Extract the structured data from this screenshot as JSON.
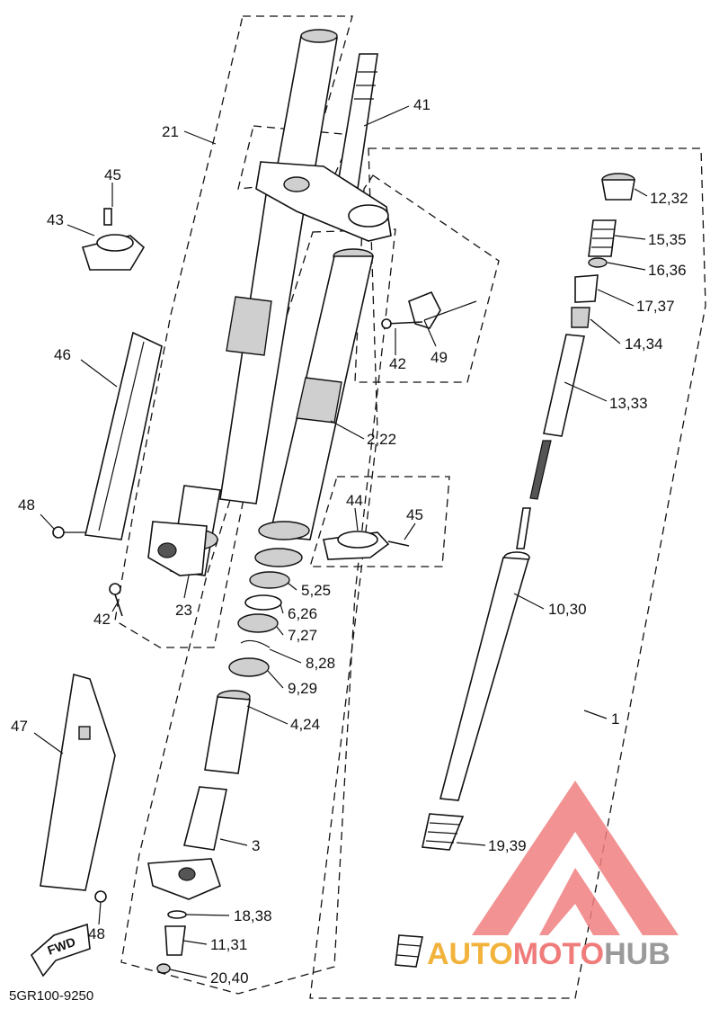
{
  "diagram": {
    "callouts": [
      {
        "id": "c41",
        "label": "41"
      },
      {
        "id": "c21",
        "label": "21"
      },
      {
        "id": "c45a",
        "label": "45"
      },
      {
        "id": "c43",
        "label": "43"
      },
      {
        "id": "c1232",
        "label": "12,32"
      },
      {
        "id": "c1535",
        "label": "15,35"
      },
      {
        "id": "c1636",
        "label": "16,36"
      },
      {
        "id": "c1737",
        "label": "17,37"
      },
      {
        "id": "c1434",
        "label": "14,34"
      },
      {
        "id": "c42a",
        "label": "42"
      },
      {
        "id": "c49",
        "label": "49"
      },
      {
        "id": "c46",
        "label": "46"
      },
      {
        "id": "c1333",
        "label": "13,33"
      },
      {
        "id": "c222",
        "label": "2,22"
      },
      {
        "id": "c44",
        "label": "44"
      },
      {
        "id": "c45b",
        "label": "45"
      },
      {
        "id": "c48a",
        "label": "48"
      },
      {
        "id": "c525",
        "label": "5,25"
      },
      {
        "id": "c1030",
        "label": "10,30"
      },
      {
        "id": "c626",
        "label": "6,26"
      },
      {
        "id": "c42b",
        "label": "42"
      },
      {
        "id": "c23",
        "label": "23"
      },
      {
        "id": "c727",
        "label": "7,27"
      },
      {
        "id": "c828",
        "label": "8,28"
      },
      {
        "id": "c929",
        "label": "9,29"
      },
      {
        "id": "c1",
        "label": "1"
      },
      {
        "id": "c47",
        "label": "47"
      },
      {
        "id": "c424",
        "label": "4,24"
      },
      {
        "id": "c3",
        "label": "3"
      },
      {
        "id": "c1939",
        "label": "19,39"
      },
      {
        "id": "c1838",
        "label": "18,38"
      },
      {
        "id": "c48b",
        "label": "48"
      },
      {
        "id": "c1131",
        "label": "11,31"
      },
      {
        "id": "c2040",
        "label": "20,40"
      }
    ],
    "direction_label": "FWD",
    "drawing_code": "5GR100-9250"
  },
  "watermark": {
    "part1": "AUTO",
    "part2": "MOTO",
    "part3": "HUB",
    "colors": {
      "auto": "#f2b33d",
      "moto": "#f07b7b",
      "hub": "#9a9a9a",
      "logo": "#f08080"
    }
  }
}
